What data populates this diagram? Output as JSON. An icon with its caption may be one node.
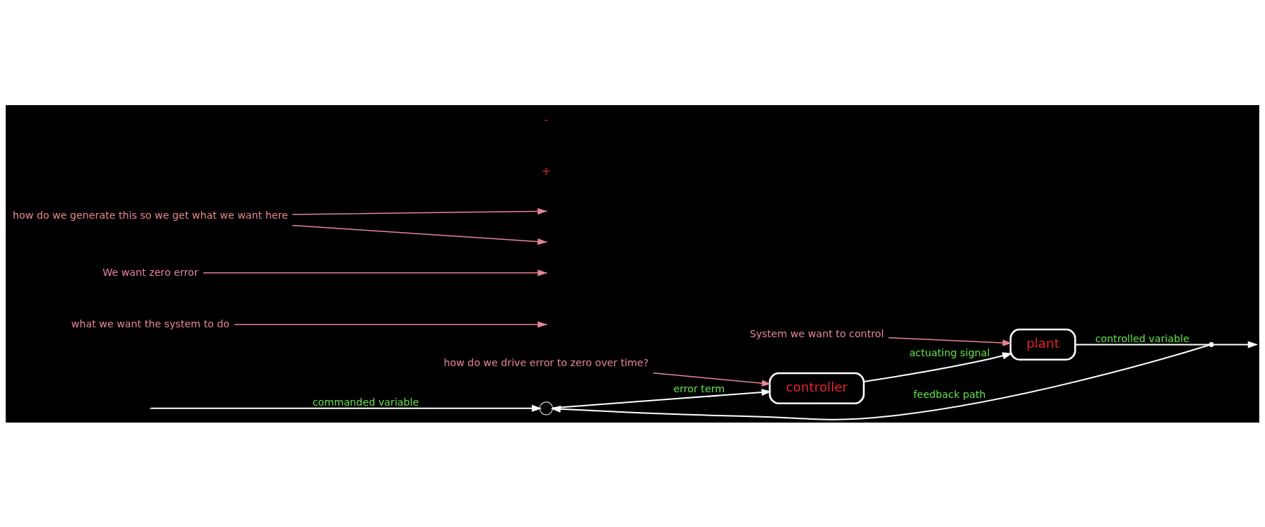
{
  "diagram": {
    "nodes": [
      {
        "text": [],
        "shape": "circle"
      },
      {
        "text": [
          "controller"
        ]
      },
      {
        "text": [
          "plant"
        ]
      },
      {
        "text": [],
        "shape": "circle"
      },
      {
        "text": [
          "what we want the system to do"
        ]
      },
      {
        "text": [
          "We want zero error"
        ]
      },
      {
        "text": [
          "System we want to control"
        ]
      },
      {
        "text": [
          "how do we drive error to zero over time?"
        ]
      },
      {
        "text": [
          "how do we generate this so we get what we want here"
        ]
      }
    ],
    "edges": [
      {
        "from": null,
        "to": 0,
        "arrow": "to",
        "label": "commanded variable"
      },
      {
        "from": 0,
        "to": 1,
        "arrow": "to",
        "label": "error term"
      },
      {
        "from": 1,
        "to": 2,
        "arrow": "to",
        "label": "actuating signal"
      },
      {
        "from": 2,
        "to": 3,
        "arrow": "none",
        "label": "controlled variable"
      },
      {
        "from": 3,
        "to": null,
        "arrow": "to"
      },
      {
        "from": 3,
        "to": 0,
        "arrow": "to",
        "label": "feedback path"
      },
      {
        "from": 4,
        "to": null,
        "arrow": "to",
        "color": "#e8849a"
      },
      {
        "from": 5,
        "to": null,
        "arrow": "to",
        "color": "#e8849a"
      },
      {
        "from": 6,
        "to": 2,
        "arrow": "to",
        "color": "#e8849a"
      },
      {
        "from": 7,
        "to": 1,
        "arrow": "to",
        "color": "#e8849a"
      },
      {
        "from": 8,
        "to": null,
        "arrow": "to",
        "color": "#e8849a"
      },
      {
        "from": 8,
        "to": null,
        "arrow": "to",
        "color": "#e8849a"
      }
    ],
    "labels": [
      "+",
      "-"
    ]
  }
}
